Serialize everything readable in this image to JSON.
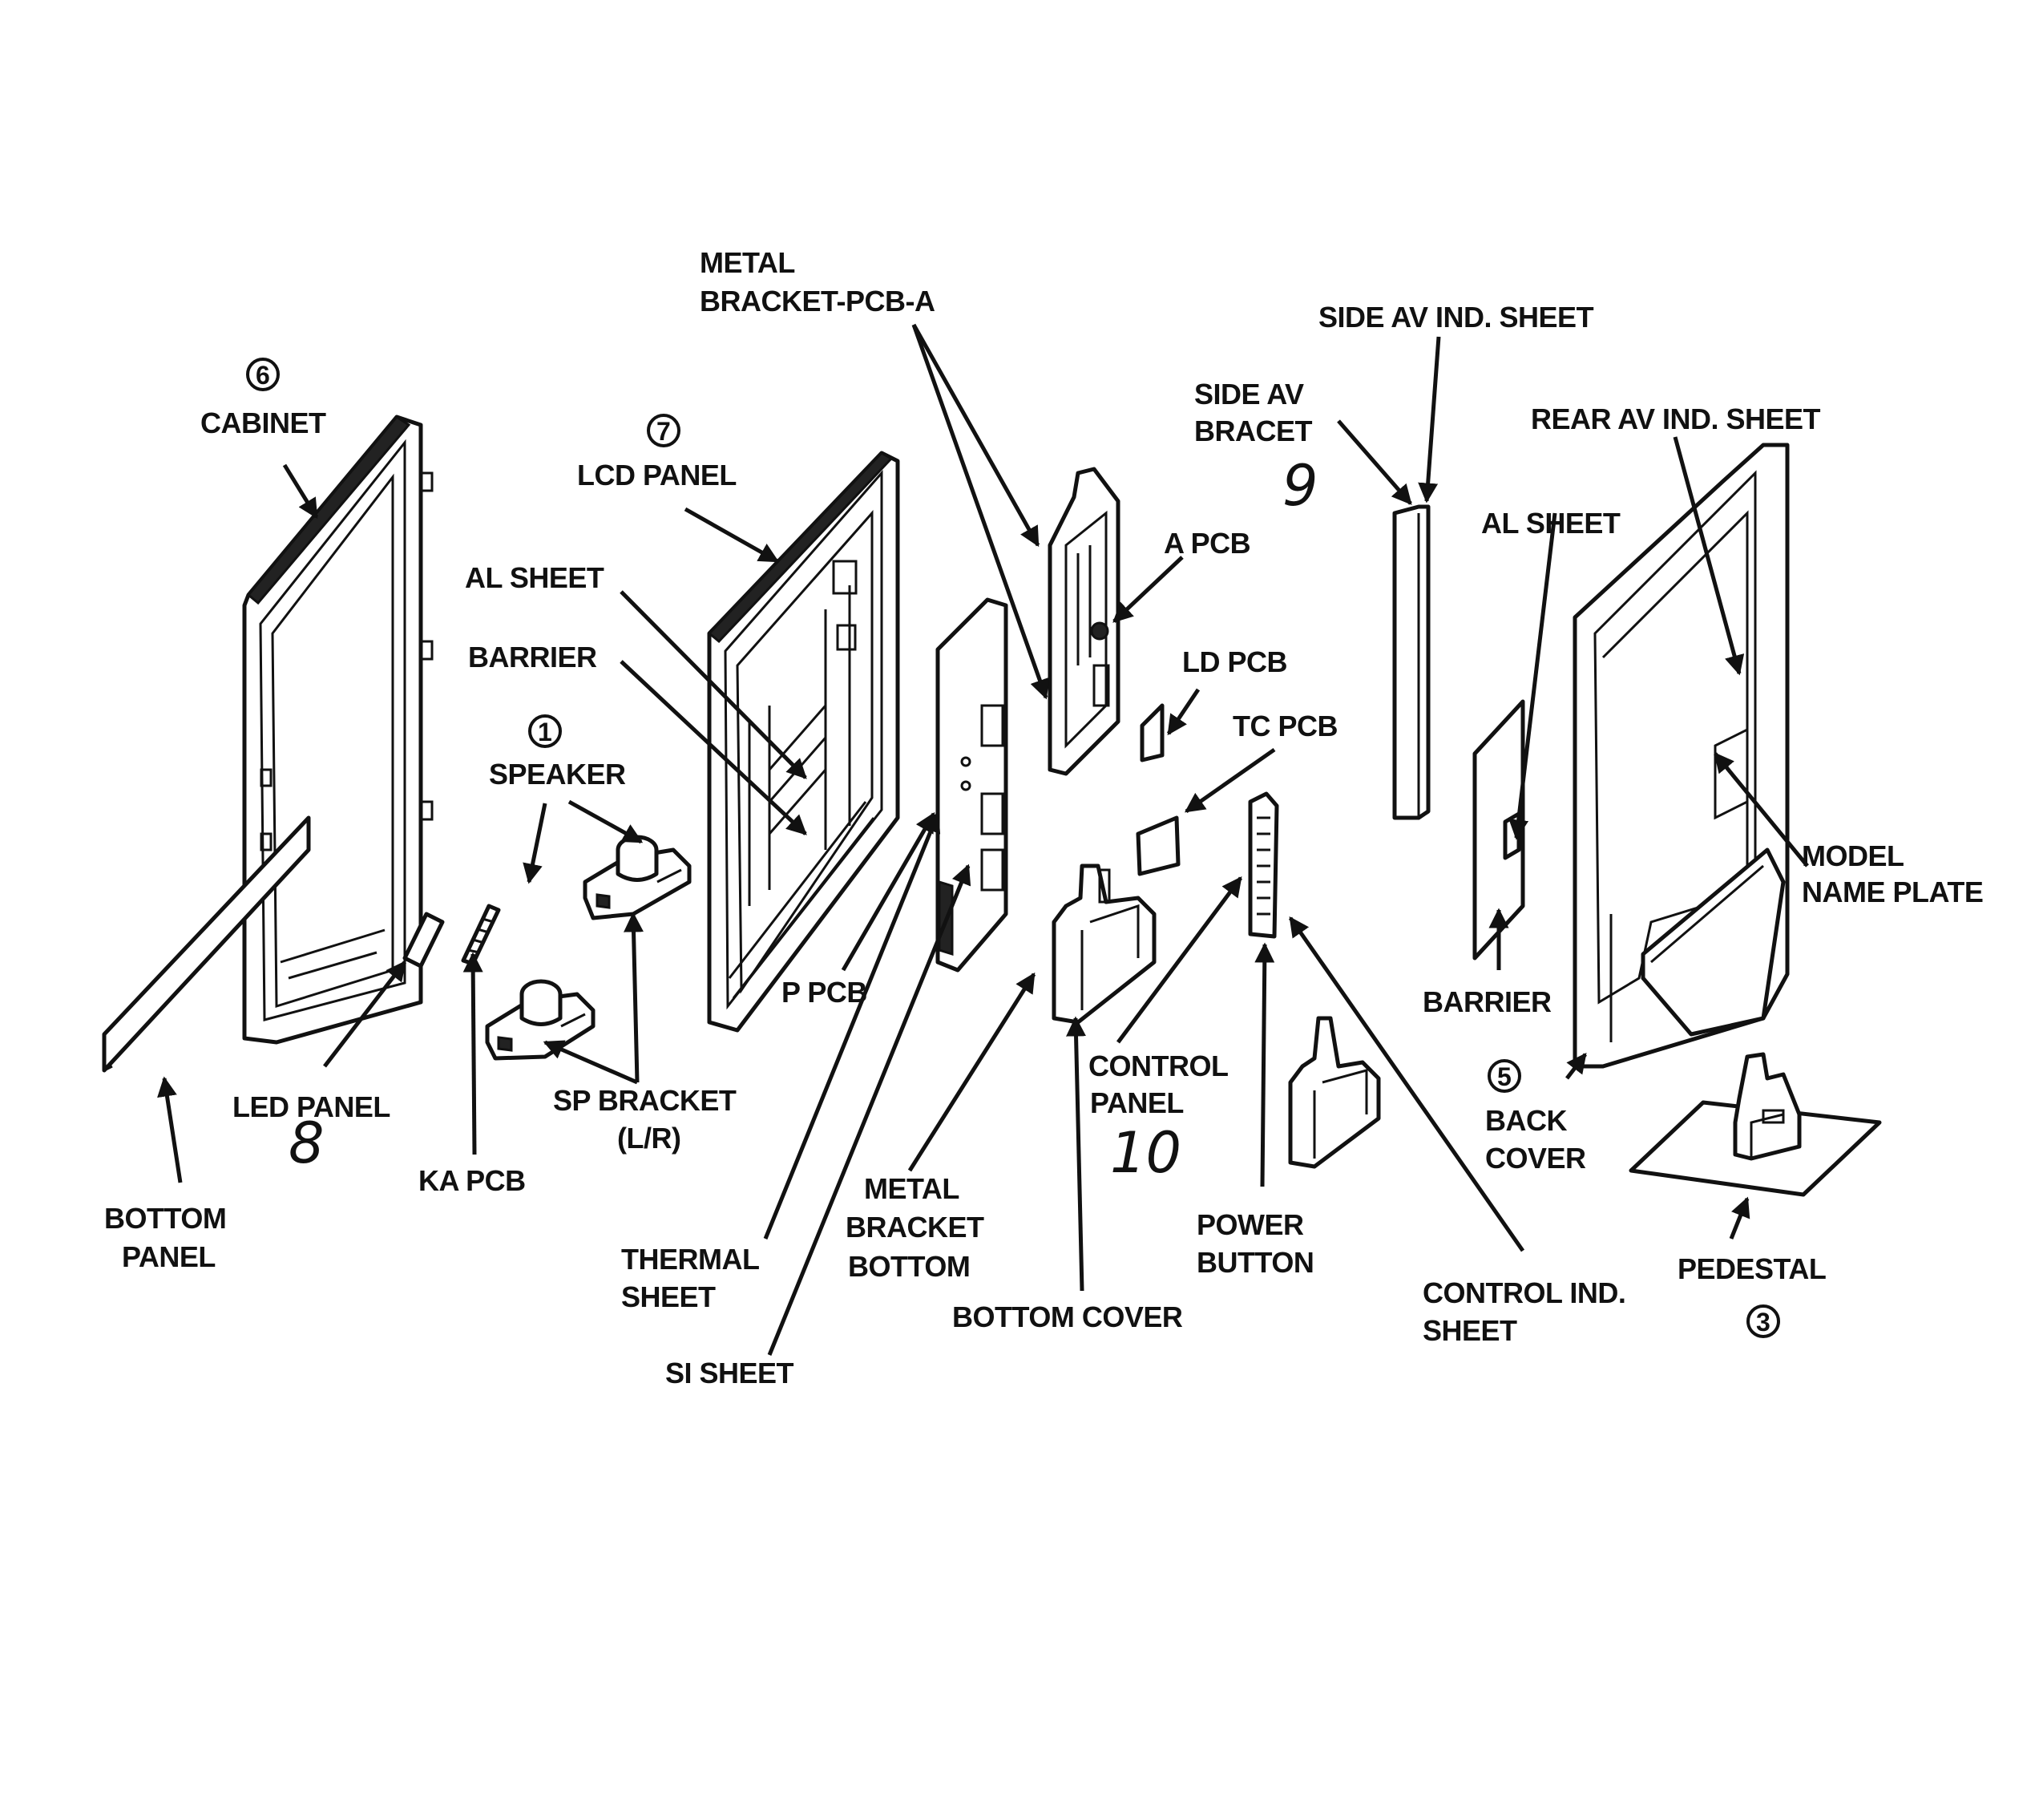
{
  "labels": {
    "metal_bracket_pcb_a_1": "METAL",
    "metal_bracket_pcb_a_2": "BRACKET-PCB-A",
    "side_av_ind_sheet": "SIDE AV IND. SHEET",
    "side_av_bracet_1": "SIDE AV",
    "side_av_bracet_2": "BRACET",
    "side_av_bracet_num": "9",
    "rear_av_ind_sheet": "REAR AV IND. SHEET",
    "cabinet_num": "6",
    "cabinet": "CABINET",
    "lcd_panel_num": "7",
    "lcd_panel": "LCD PANEL",
    "al_sheet_left": "AL SHEET",
    "barrier_left": "BARRIER",
    "speaker_num": "1",
    "speaker": "SPEAKER",
    "a_pcb": "A PCB",
    "ld_pcb": "LD PCB",
    "tc_pcb": "TC PCB",
    "al_sheet_right": "AL SHEET",
    "model_name_plate_1": "MODEL",
    "model_name_plate_2": "NAME PLATE",
    "p_pcb": "P PCB",
    "barrier_right": "BARRIER",
    "led_panel": "LED PANEL",
    "led_panel_num": "8",
    "sp_bracket_1": "SP BRACKET",
    "sp_bracket_2": "(L/R)",
    "control_panel_1": "CONTROL",
    "control_panel_2": "PANEL",
    "control_panel_num": "10",
    "back_cover_num": "5",
    "back_cover_1": "BACK",
    "back_cover_2": "COVER",
    "ka_pcb": "KA PCB",
    "bottom_panel_1": "BOTTOM",
    "bottom_panel_2": "PANEL",
    "metal_bracket_bottom_1": "METAL",
    "metal_bracket_bottom_2": "BRACKET",
    "metal_bracket_bottom_3": "BOTTOM",
    "power_button_1": "POWER",
    "power_button_2": "BUTTON",
    "thermal_sheet_1": "THERMAL",
    "thermal_sheet_2": "SHEET",
    "pedestal": "PEDESTAL",
    "pedestal_num": "3",
    "control_ind_sheet_1": "CONTROL IND.",
    "control_ind_sheet_2": "SHEET",
    "bottom_cover": "BOTTOM COVER",
    "si_sheet": "SI SHEET"
  }
}
